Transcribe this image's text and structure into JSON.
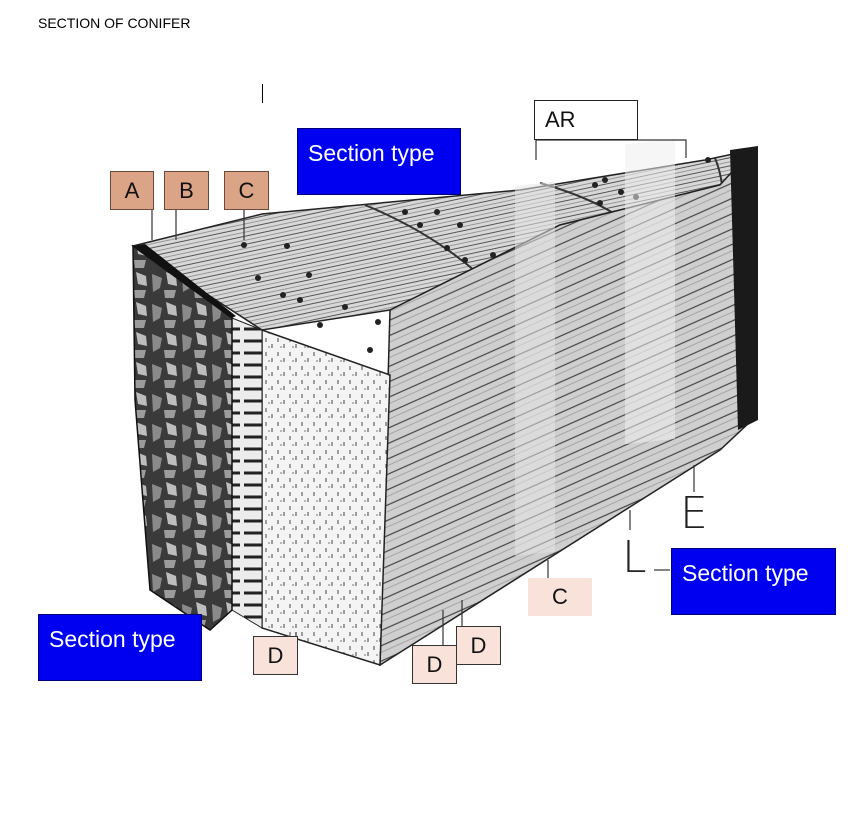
{
  "title": "SECTION OF CONIFER",
  "labels": {
    "a": "A",
    "b": "B",
    "c_top": "C",
    "c_bottom": "C",
    "d_left": "D",
    "d_mid": "D",
    "d_right": "D",
    "ar": "AR",
    "e": "E",
    "l": "L"
  },
  "section_boxes": {
    "top": "Section type",
    "right": "Section type",
    "bottom_left": "Section type"
  },
  "colors": {
    "tan": "#dba487",
    "pink": "#f8e2d9",
    "blue": "#0000f0"
  }
}
